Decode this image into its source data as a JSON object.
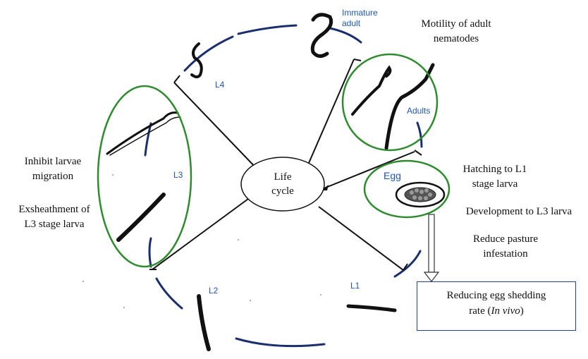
{
  "diagram": {
    "center": {
      "line1": "Life",
      "line2": "cycle"
    },
    "stages": {
      "immature_line1": "Immature",
      "immature_line2": "adult",
      "l4": "L4",
      "l3": "L3",
      "l2": "L2",
      "l1": "L1",
      "adults": "Adults",
      "egg": "Egg"
    },
    "effects": {
      "motility_line1": "Motility of adult",
      "motility_line2": "nematodes",
      "inhibit_line1": "Inhibit larvae",
      "inhibit_line2": "migration",
      "exsheath_line1": "Exsheathment of",
      "exsheath_line2": "L3 stage larva",
      "hatching_line1": "Hatching to L1",
      "hatching_line2": "stage larva",
      "development": "Development to L3 larva",
      "pasture_line1": "Reduce pasture",
      "pasture_line2": "infestation"
    },
    "result_box": {
      "line1": "Reducing egg shedding",
      "line2_prefix": "rate (",
      "line2_italic": "In vivo",
      "line2_suffix": ")"
    },
    "colors": {
      "cycle_arc": "#1b2f6e",
      "stage_label": "#1f57b6",
      "highlight_ellipse": "#2e8b2e",
      "box_border": "#1f3f9c",
      "text": "#111111"
    }
  }
}
